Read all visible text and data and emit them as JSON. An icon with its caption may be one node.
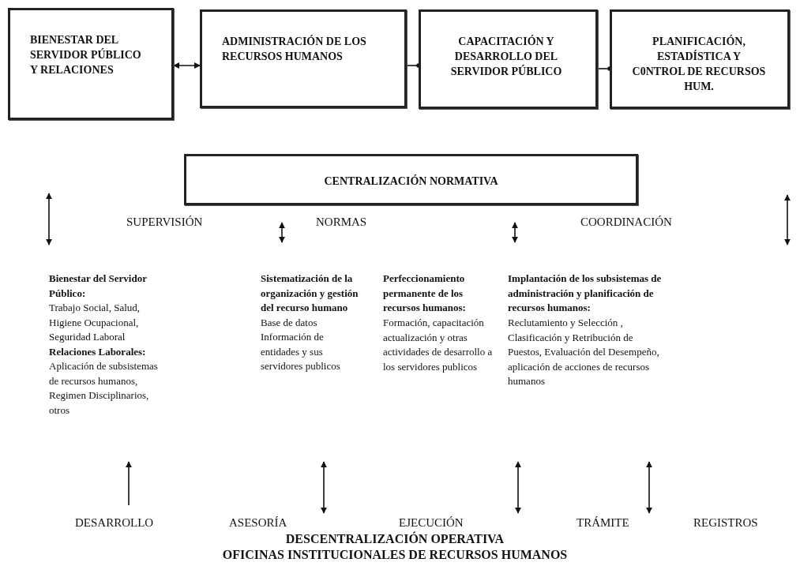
{
  "diagram": {
    "nodes": [
      {
        "text": [
          "BIENESTAR DEL SERVIDOR PÚBLICO Y RELACIONES"
        ]
      },
      {
        "text": [
          "ADMINISTRACIÓN DE LOS RECURSOS HUMANOS"
        ]
      },
      {
        "text": [
          "CAPACITACIÓN Y DESARROLLO DEL SERVIDOR PÚBLICO"
        ]
      },
      {
        "text": [
          "PLANIFICACIÓN, ESTADÍSTICA Y C0NTROL DE RECURSOS HUM."
        ]
      },
      {
        "text": [
          "CENTRALIZACIÓN NORMATIVA"
        ]
      }
    ],
    "edges": [
      {
        "from": 0,
        "to": 1,
        "arrow": "both"
      },
      {
        "from": 1,
        "to": 2,
        "arrow": "other"
      },
      {
        "from": 2,
        "to": 3,
        "arrow": "other"
      }
    ],
    "labels": [
      "SUPERVISIÓN",
      "NORMAS",
      "COORDINACIÓN",
      "Bienestar del Servidor Público:",
      "Trabajo Social, Salud, Higiene Ocupacional, Seguridad Laboral",
      "Relaciones Laborales:",
      "Aplicación de subsistemas de recursos humanos, Regimen Disciplinarios, otros",
      "**Sistematización de la organización y gestión del recurso humano** Base de datos Información de entidades y sus servidores publicos",
      "Perfeccionamiento permanente de los recursos humanos:",
      "Formación, capacitación actualización y otras actividades de desarrollo a los servidores publicos",
      "Implantación de los subsistemas de administración y planificación de recursos humanos:",
      "Reclutamiento y Selección , Clasificación y Retribución de Puestos, Evaluación del Desempeño, aplicación de acciones de recursos humanos",
      "DESARROLLO",
      "ASESORÍA",
      "EJECUCIÓN",
      "TRÁMITE",
      "REGISTROS",
      "DESCENTRALIZACIÓN OPERATIVA",
      "OFICINAS INSTITUCIONALES DE RECURSOS HUMANOS"
    ]
  }
}
